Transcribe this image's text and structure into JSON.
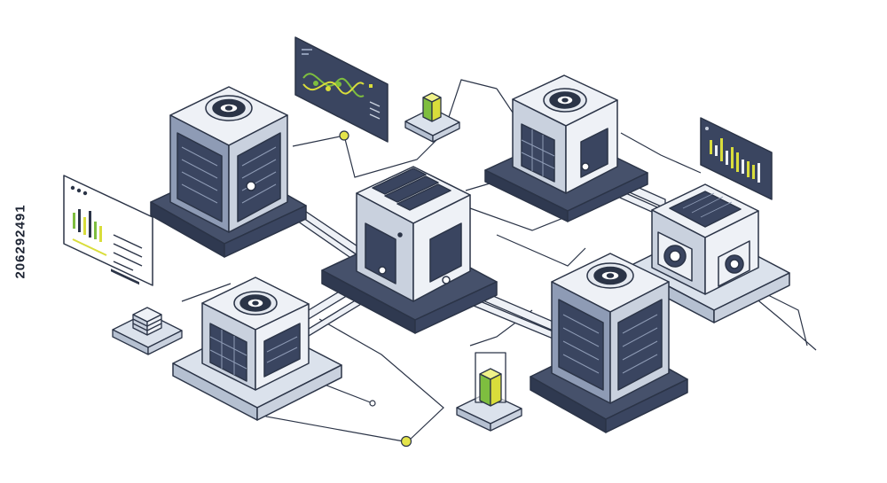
{
  "image_id_text": "206292491",
  "colors": {
    "outline": "#2b3447",
    "dark": "#3a4560",
    "dark_base": "#46516b",
    "panel_light": "#eef1f6",
    "panel_mid": "#c9d1de",
    "panel_blue": "#8e9bb5",
    "base_light": "#dbe2ec",
    "accent_yellow": "#d9dd3b",
    "accent_green": "#7ebe3f",
    "shadow": "#d5dbe4"
  },
  "icons": [
    "server-rack",
    "fan-unit",
    "chart-panel",
    "database-stack",
    "power-supply",
    "cube-node"
  ]
}
